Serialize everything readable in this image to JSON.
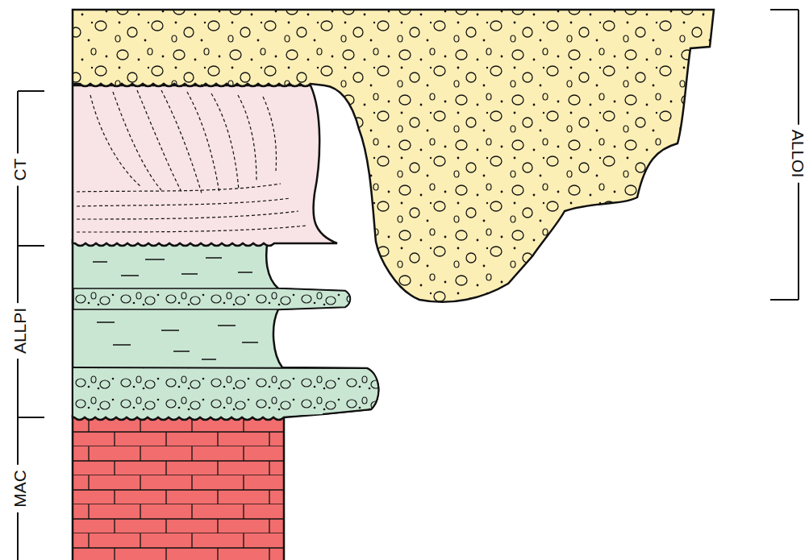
{
  "diagram": {
    "labels": [
      "CT",
      "ALLPI",
      "MAC",
      "ALLOI"
    ]
  }
}
